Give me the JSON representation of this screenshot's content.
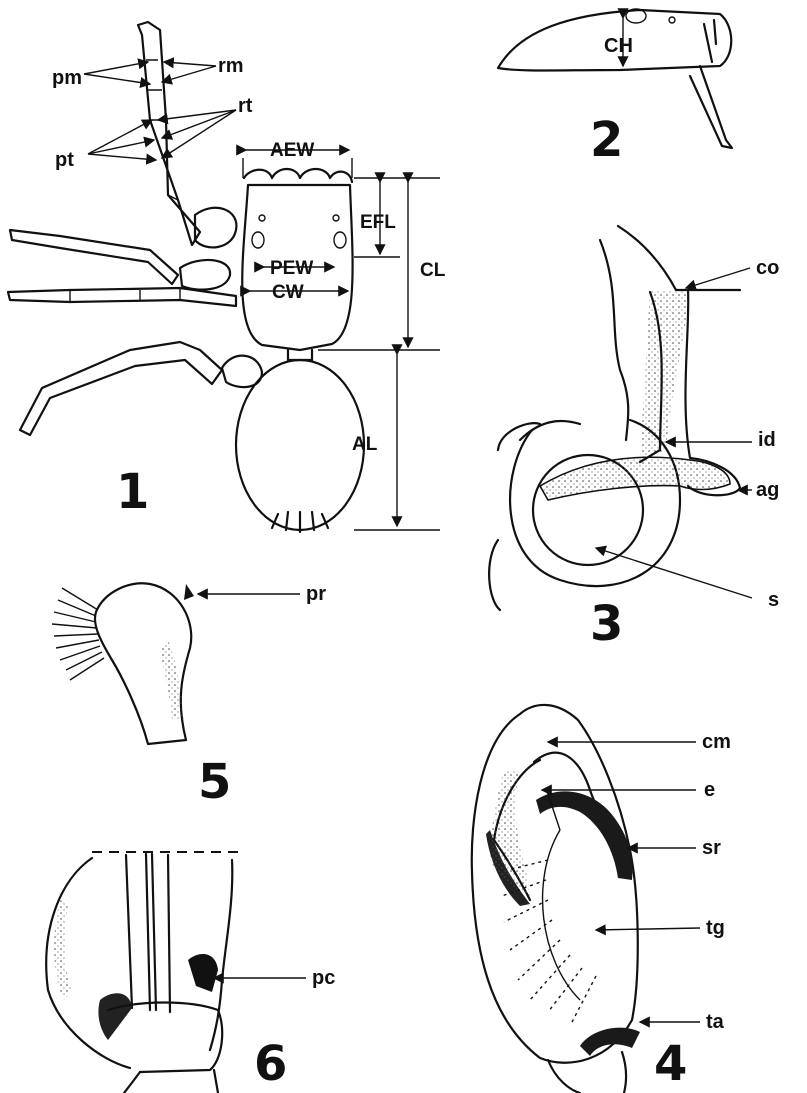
{
  "figures": {
    "fig1": {
      "number": "1",
      "labels": {
        "pm": "pm",
        "rm": "rm",
        "rt": "rt",
        "pt": "pt",
        "aew": "AEW",
        "efl": "EFL",
        "cl": "CL",
        "pew": "PEW",
        "cw": "CW",
        "al": "AL"
      }
    },
    "fig2": {
      "number": "2",
      "labels": {
        "ch": "CH"
      }
    },
    "fig3": {
      "number": "3",
      "labels": {
        "co": "co",
        "id": "id",
        "ag": "ag",
        "s": "s"
      }
    },
    "fig4": {
      "number": "4",
      "labels": {
        "cm": "cm",
        "e": "e",
        "sr": "sr",
        "tg": "tg",
        "ta": "ta"
      }
    },
    "fig5": {
      "number": "5",
      "labels": {
        "pr": "pr"
      }
    },
    "fig6": {
      "number": "6",
      "labels": {
        "pc": "pc"
      }
    }
  },
  "colors": {
    "ink": "#111111",
    "background": "#ffffff",
    "stipple": "#555555"
  }
}
